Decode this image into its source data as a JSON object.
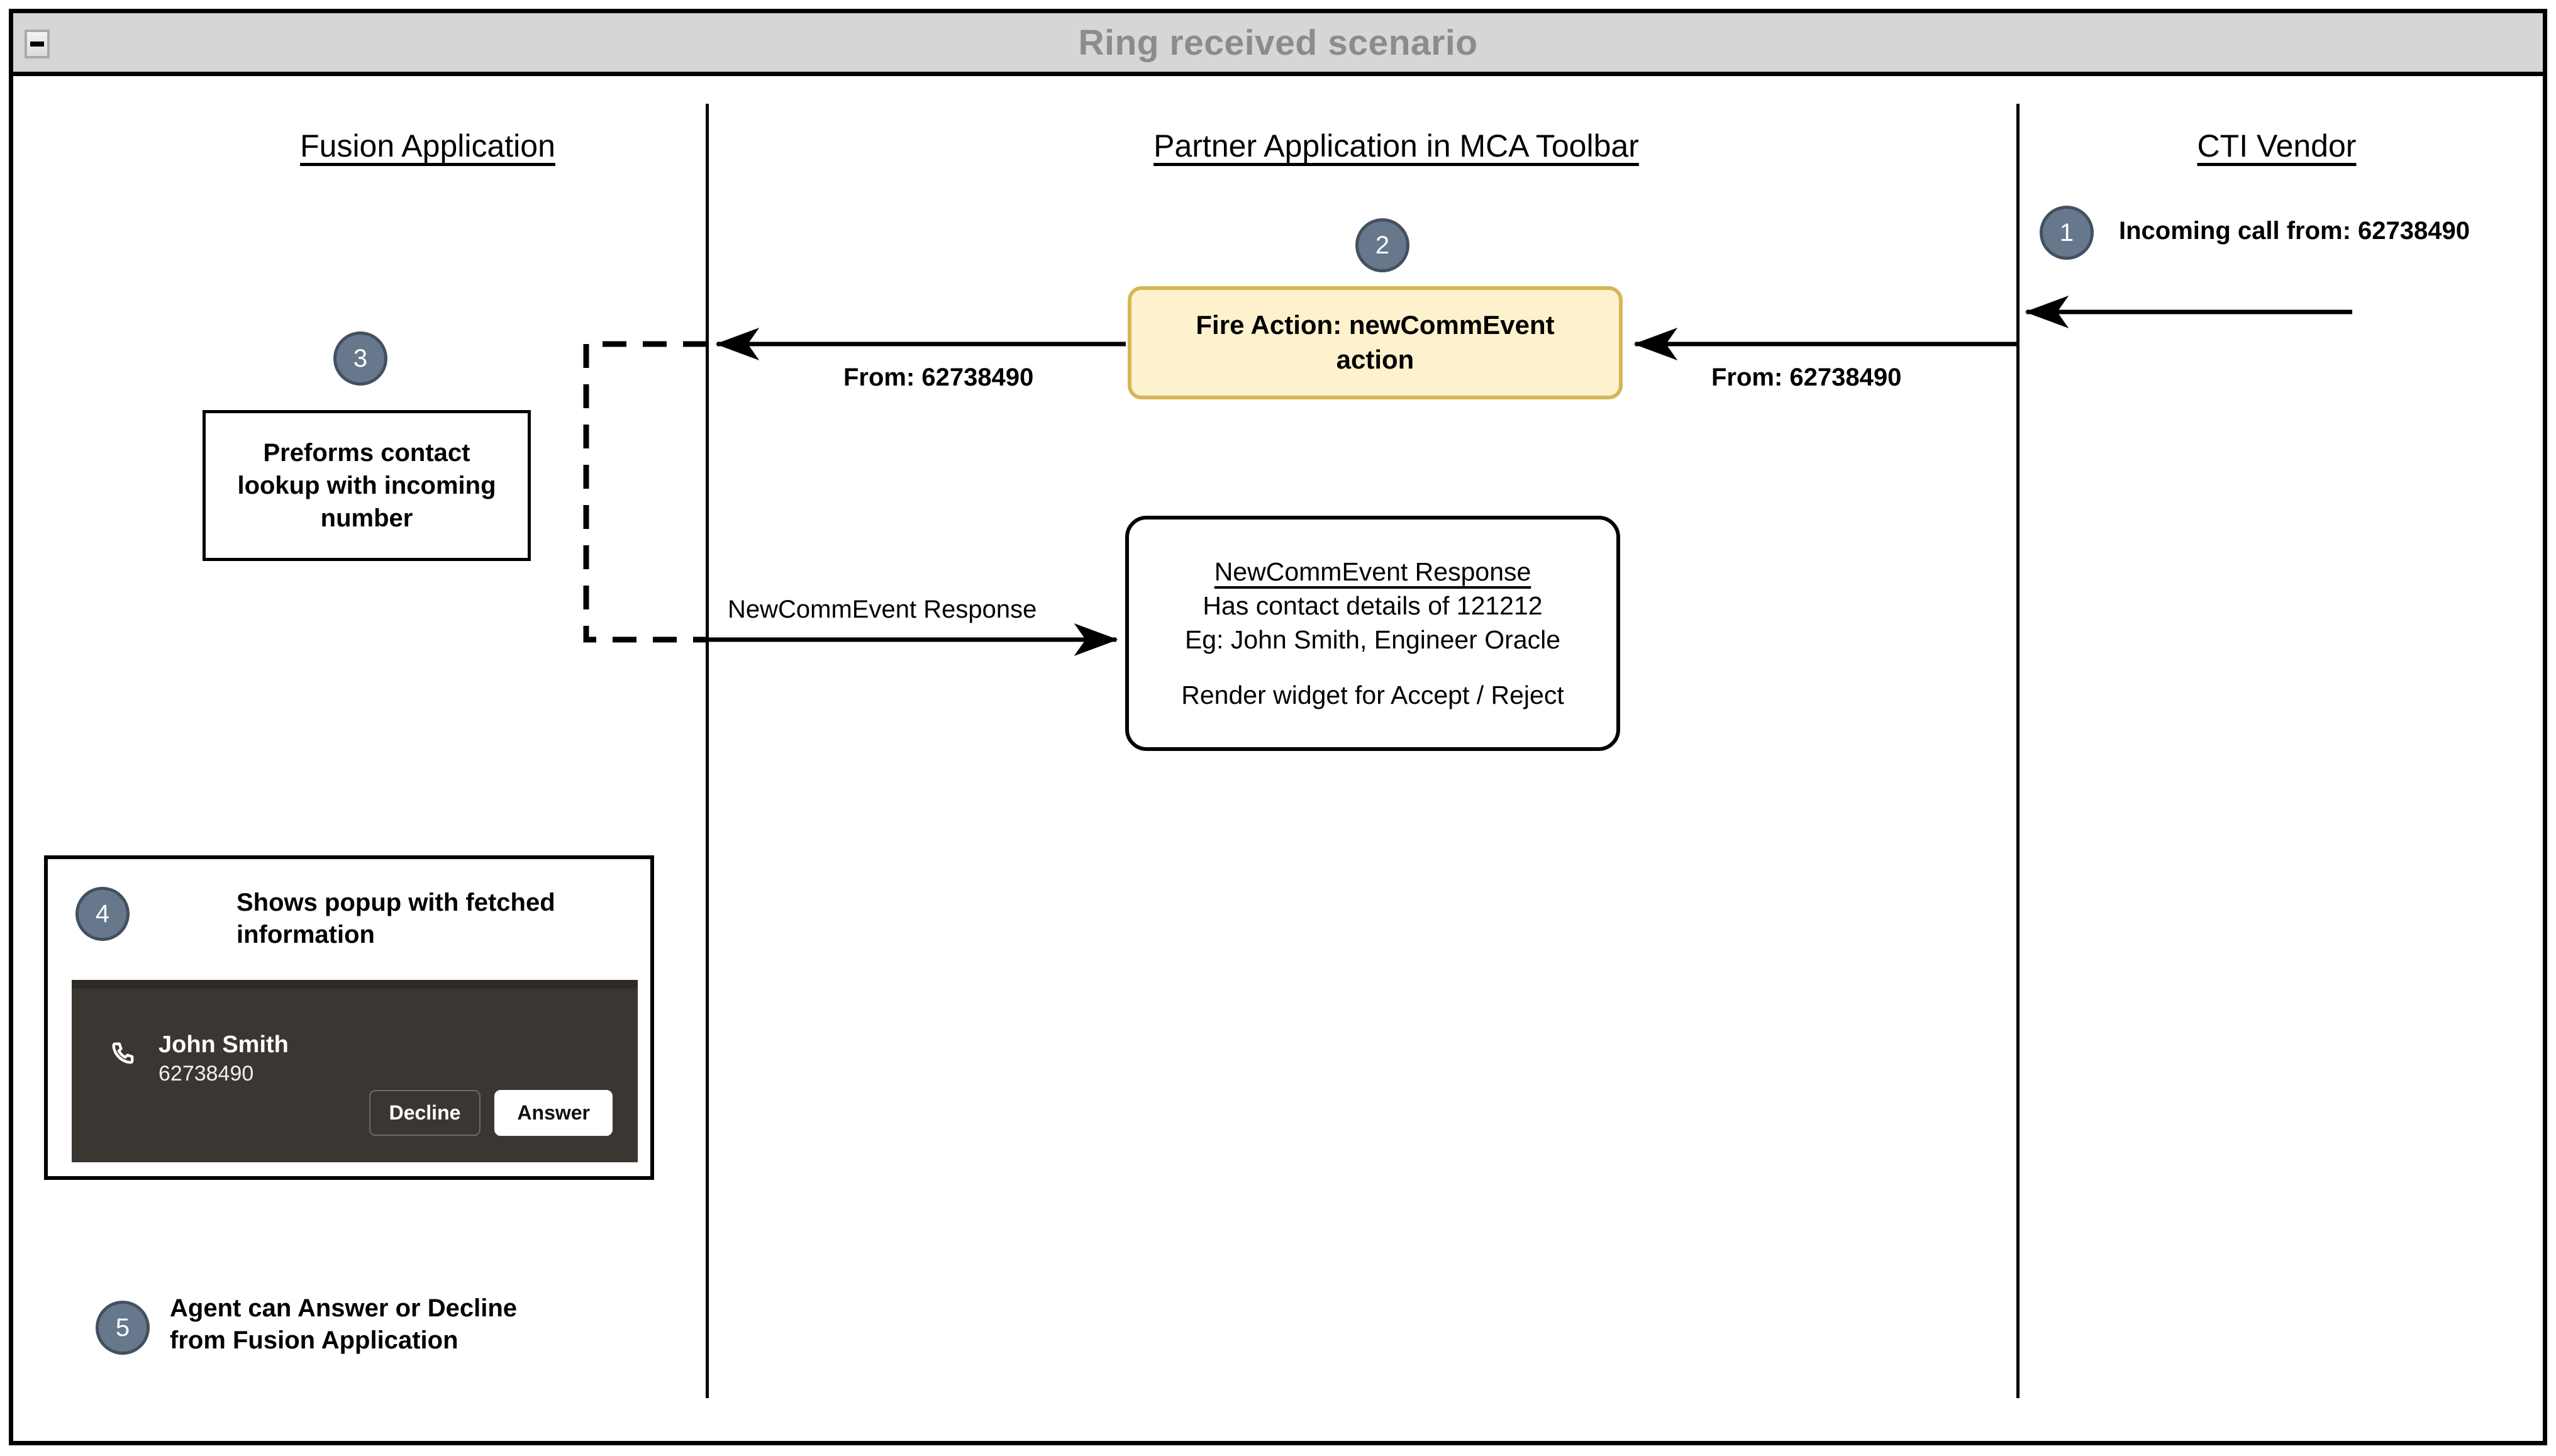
{
  "window": {
    "title": "Ring received scenario",
    "collapse_icon": "minus-icon"
  },
  "columns": [
    {
      "id": "fusion",
      "label": "Fusion Application"
    },
    {
      "id": "partner",
      "label": "Partner Application in MCA Toolbar"
    },
    {
      "id": "cti",
      "label": "CTI Vendor"
    }
  ],
  "steps": [
    {
      "number": "1",
      "text": "Incoming call from: 62738490"
    },
    {
      "number": "2",
      "text": ""
    },
    {
      "number": "3",
      "text": ""
    },
    {
      "number": "4",
      "text": "Shows popup with fetched\ninformation"
    },
    {
      "number": "5",
      "text": "Agent can Answer or Decline\nfrom Fusion Application"
    }
  ],
  "boxes": {
    "lookup": {
      "text": "Preforms contact\nlookup with incoming\nnumber"
    },
    "fire_action": {
      "text": "Fire Action: newCommEvent\naction"
    },
    "response": {
      "title": "NewCommEvent Response",
      "line1": "Has contact details of 121212",
      "line2": "Eg: John Smith, Engineer Oracle",
      "line3": "Render widget for Accept / Reject"
    }
  },
  "arrows": [
    {
      "id": "cti-in",
      "label": ""
    },
    {
      "id": "cti-to-partner",
      "label": "From: 62738490"
    },
    {
      "id": "partner-to-fusion",
      "label": "From: 62738490"
    },
    {
      "id": "fusion-to-partner",
      "label": "NewCommEvent Response"
    }
  ],
  "popup": {
    "phone_icon": "phone-icon",
    "contact_name": "John Smith",
    "contact_number": "62738490",
    "decline_label": "Decline",
    "answer_label": "Answer"
  },
  "colors": {
    "badge_fill": "#67778c",
    "badge_border": "#43505f",
    "yellow_fill": "#fdf2cd",
    "yellow_border": "#d6b656",
    "titlebar_fill": "#d6d6d6",
    "title_text": "#8c8c8c",
    "popup_bg": "#3a3631"
  }
}
